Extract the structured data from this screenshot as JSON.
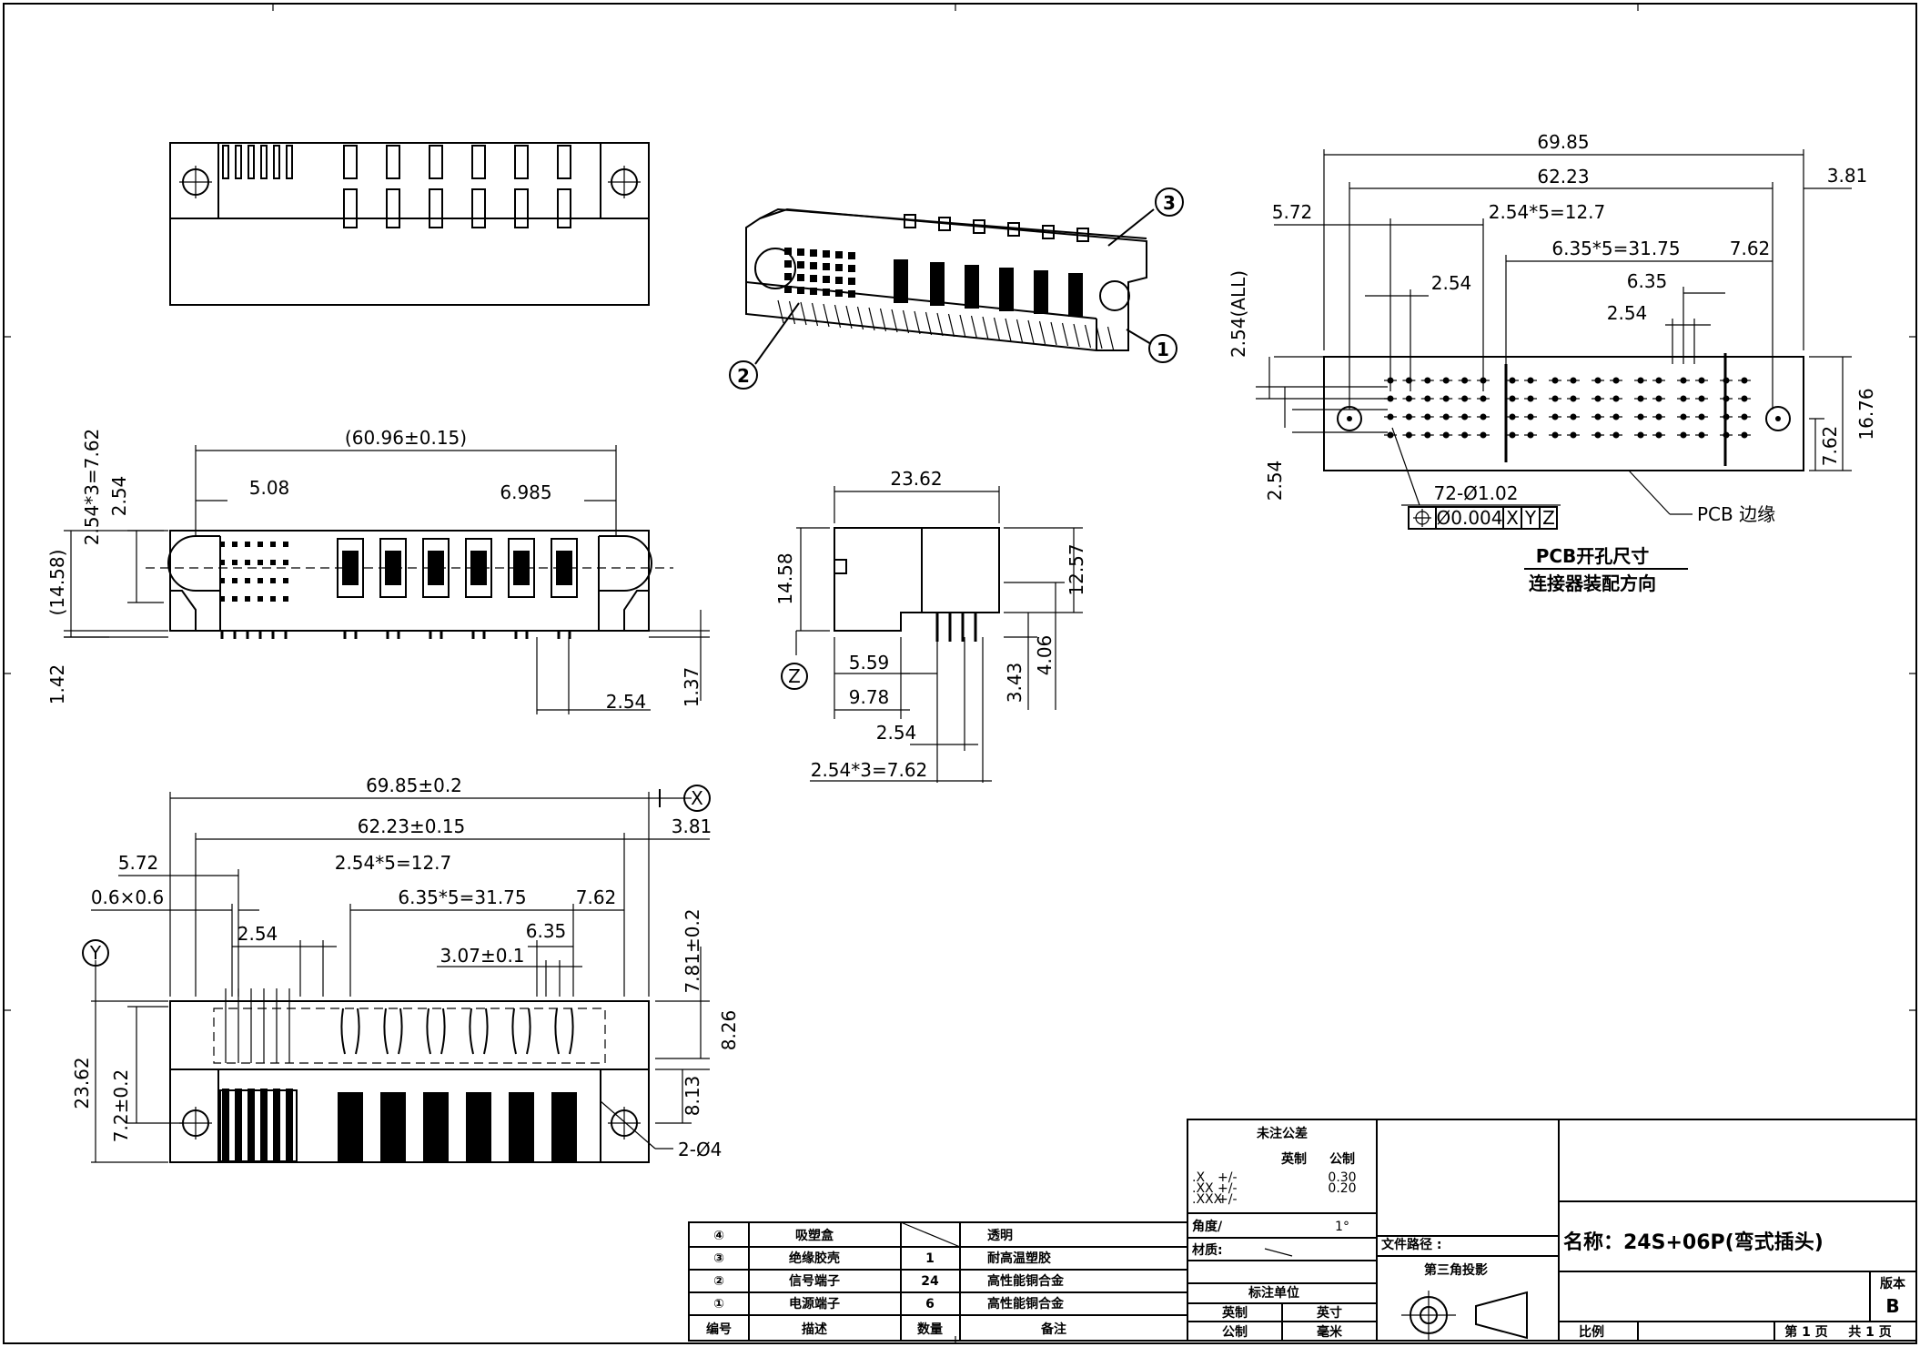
{
  "dims_front": {
    "width_total": "(60.96±0.15)",
    "pitch_left": "5.08",
    "pitch_right": "6.985",
    "v_pitch": "2.54*3=7.62",
    "v_2_54": "2.54",
    "height": "(14.58)",
    "bottom_1_42": "1.42",
    "pitch_2_54": "2.54",
    "side_1_37": "1.37"
  },
  "dims_side": {
    "width": "23.62",
    "height_14_58": "14.58",
    "height_12_57": "12.57",
    "h_4_06": "4.06",
    "h_3_43": "3.43",
    "d_5_59": "5.59",
    "d_9_78": "9.78",
    "d_2_54": "2.54",
    "d_7_62": "2.54*3=7.62",
    "datum_z": "Z"
  },
  "dims_pcb": {
    "overall": "69.85",
    "span": "62.23",
    "edge": "3.81",
    "left": "5.72",
    "signal_pitch": "2.54*5=12.7",
    "power_pitch": "6.35*5=31.75",
    "right": "7.62",
    "p_2_54a": "2.54",
    "p_6_35": "6.35",
    "p_2_54b": "2.54",
    "vertical_all": "2.54(ALL)",
    "height": "16.76",
    "h_7_62": "7.62",
    "h_2_54": "2.54",
    "holes": "72-Ø1.02",
    "tol_diameter": "Ø0.004",
    "tol_x": "X",
    "tol_y": "Y",
    "tol_z": "Z",
    "pcb_edge": "PCB 边缘",
    "title_1": "PCB开孔尺寸",
    "title_2": "连接器装配方向"
  },
  "dims_bottom": {
    "overall": "69.85±0.2",
    "span": "62.23±0.15",
    "edge": "3.81",
    "left": "5.72",
    "sq": "0.6×0.6",
    "signal_pitch": "2.54*5=12.7",
    "power_pitch": "6.35*5=31.75",
    "right": "7.62",
    "p_2_54": "2.54",
    "p_6_35": "6.35",
    "p_3_07": "3.07±0.1",
    "h_7_81": "7.81±0.2",
    "h_8_26": "8.26",
    "h_8_13": "8.13",
    "h_23_62": "23.62",
    "h_7_2": "7.2±0.2",
    "holes": "2-Ø4",
    "datum_x": "X",
    "datum_y": "Y"
  },
  "callouts": [
    "1",
    "2",
    "3"
  ],
  "tolerance_block": {
    "title": "未注公差",
    "col_imperial": "英制",
    "col_metric": "公制",
    "rows": [
      {
        "k": ".X",
        "imp": "+/-",
        "met": "0.30"
      },
      {
        "k": ".XX",
        "imp": "+/-",
        "met": "0.20"
      },
      {
        "k": ".XXX",
        "imp": "+/-",
        "met": ""
      }
    ],
    "angle_label": "角度/",
    "angle_value": "1°",
    "material_label": "材质:",
    "unit_title": "标注单位",
    "unit_imperial": "英制",
    "unit_inch": "英寸",
    "unit_metric": "公制",
    "unit_mm": "毫米",
    "file_label": "文件路径 :",
    "projection": "第三角投影"
  },
  "bom": {
    "rows": [
      {
        "no": "④",
        "name": "吸塑盒",
        "qty": "",
        "note": "透明"
      },
      {
        "no": "③",
        "name": "绝缘胶壳",
        "qty": "1",
        "note": "耐高温塑胶"
      },
      {
        "no": "②",
        "name": "信号端子",
        "qty": "24",
        "note": "高性能铜合金"
      },
      {
        "no": "①",
        "name": "电源端子",
        "qty": "6",
        "note": "高性能铜合金"
      }
    ],
    "header": {
      "no": "编号",
      "name": "描述",
      "qty": "数量",
      "note": "备注"
    }
  },
  "title_block": {
    "name": "名称：24S+06P(弯式插头)",
    "version_label": "版本",
    "version": "B",
    "scale_label": "比例",
    "page": "第 1 页",
    "total": "共 1 页"
  }
}
